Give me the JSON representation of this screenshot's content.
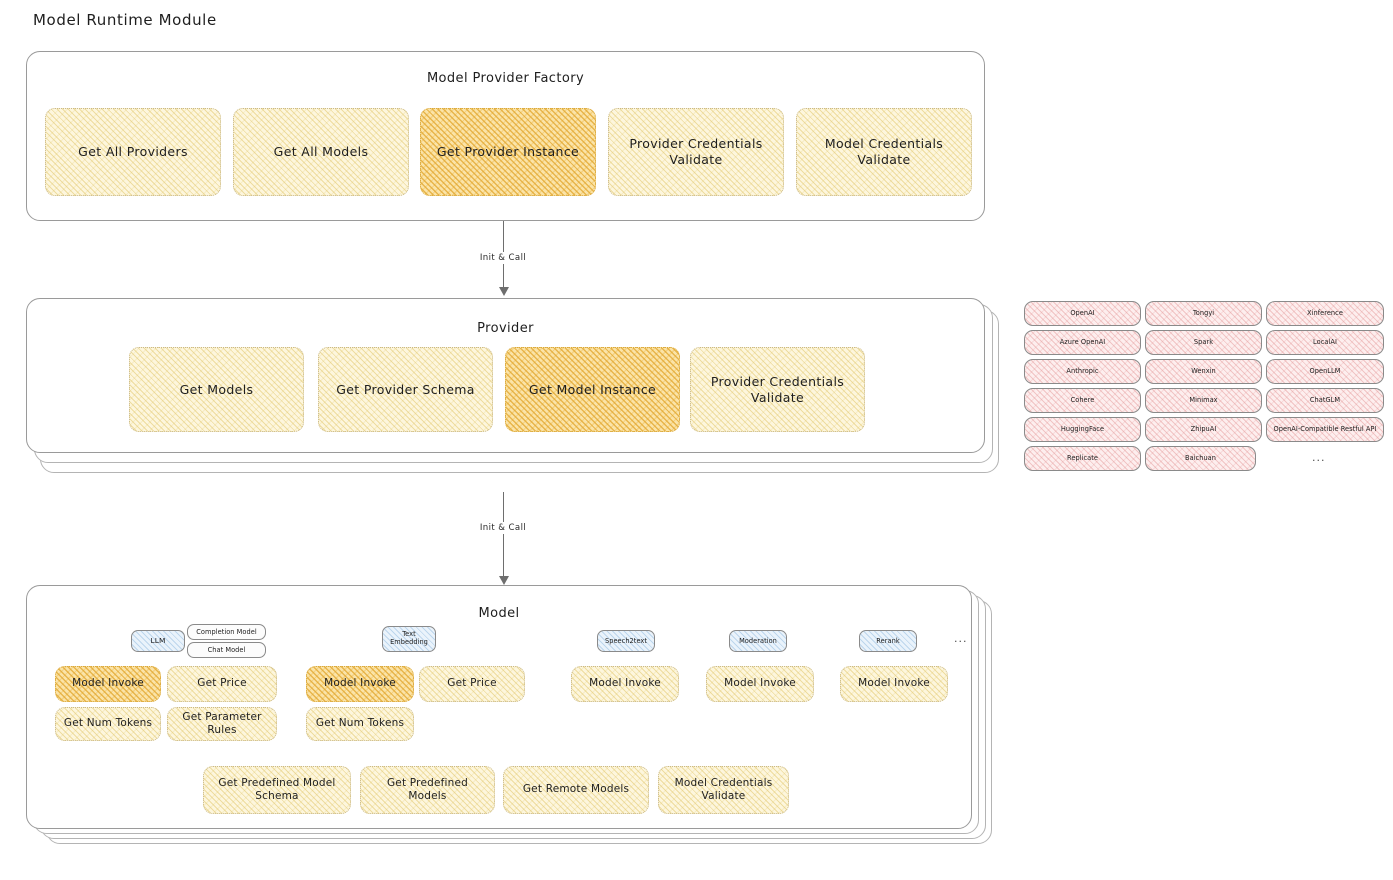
{
  "page": {
    "title": "Model Runtime Module",
    "background": "#ffffff",
    "accent_highlight": "#e2a62c",
    "accent_soft": "#e2c76b",
    "accent_provider": "#e08a8a",
    "accent_badge": "#78aad7"
  },
  "factory": {
    "title": "Model Provider Factory",
    "items": [
      {
        "label": "Get All Providers",
        "highlighted": false
      },
      {
        "label": "Get All Models",
        "highlighted": false
      },
      {
        "label": "Get Provider Instance",
        "highlighted": true
      },
      {
        "label": "Provider Credentials Validate",
        "highlighted": false
      },
      {
        "label": "Model Credentials Validate",
        "highlighted": false
      }
    ]
  },
  "connector_top": {
    "label": "Init & Call"
  },
  "provider": {
    "title": "Provider",
    "items": [
      {
        "label": "Get Models",
        "highlighted": false
      },
      {
        "label": "Get Provider Schema",
        "highlighted": false
      },
      {
        "label": "Get Model Instance",
        "highlighted": true
      },
      {
        "label": "Provider Credentials Validate",
        "highlighted": false
      }
    ]
  },
  "connector_bottom": {
    "label": "Init & Call"
  },
  "provider_list": {
    "columns": [
      {
        "items": [
          "OpenAI",
          "Azure OpenAI",
          "Anthropic",
          "Cohere",
          "HuggingFace",
          "Replicate"
        ]
      },
      {
        "items": [
          "Tongyi",
          "Spark",
          "Wenxin",
          "Minimax",
          "ZhipuAI",
          "Baichuan"
        ]
      },
      {
        "items": [
          "Xinference",
          "LocalAI",
          "OpenLLM",
          "ChatGLM",
          "OpenAI-Compatible Restful API"
        ]
      }
    ],
    "more": "..."
  },
  "model": {
    "title": "Model",
    "more_badge": "...",
    "types": [
      {
        "badge": "LLM",
        "sub_badges": [
          "Completion Model",
          "Chat Model"
        ],
        "methods": [
          {
            "label": "Model Invoke",
            "highlighted": true
          },
          {
            "label": "Get Price",
            "highlighted": false
          },
          {
            "label": "Get Num Tokens",
            "highlighted": false
          },
          {
            "label": "Get Parameter Rules",
            "highlighted": false
          }
        ]
      },
      {
        "badge": "Text Embedding",
        "sub_badges": [],
        "methods": [
          {
            "label": "Model Invoke",
            "highlighted": true
          },
          {
            "label": "Get Price",
            "highlighted": false
          },
          {
            "label": "Get Num Tokens",
            "highlighted": false
          }
        ]
      },
      {
        "badge": "Speech2text",
        "sub_badges": [],
        "methods": [
          {
            "label": "Model Invoke",
            "highlighted": false
          }
        ]
      },
      {
        "badge": "Moderation",
        "sub_badges": [],
        "methods": [
          {
            "label": "Model Invoke",
            "highlighted": false
          }
        ]
      },
      {
        "badge": "Rerank",
        "sub_badges": [],
        "methods": [
          {
            "label": "Model Invoke",
            "highlighted": false
          }
        ]
      }
    ],
    "shared_methods": [
      "Get Predefined Model Schema",
      "Get Predefined Models",
      "Get Remote Models",
      "Model Credentials Validate"
    ]
  }
}
